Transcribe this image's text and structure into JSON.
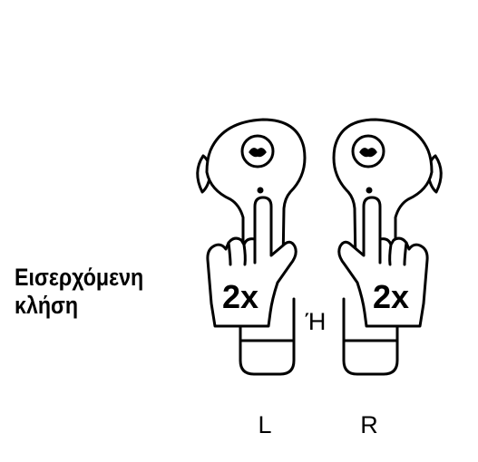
{
  "caption": {
    "line1": "Εισερχόμενη",
    "line2": "κλήση"
  },
  "left_earbud": {
    "tap_label": "2x",
    "side_label": "L"
  },
  "right_earbud": {
    "tap_label": "2x",
    "side_label": "R"
  },
  "separator": "Ή",
  "icons": [
    "earbud-left-icon",
    "earbud-right-icon",
    "hand-double-tap-icon",
    "logo-icon"
  ]
}
